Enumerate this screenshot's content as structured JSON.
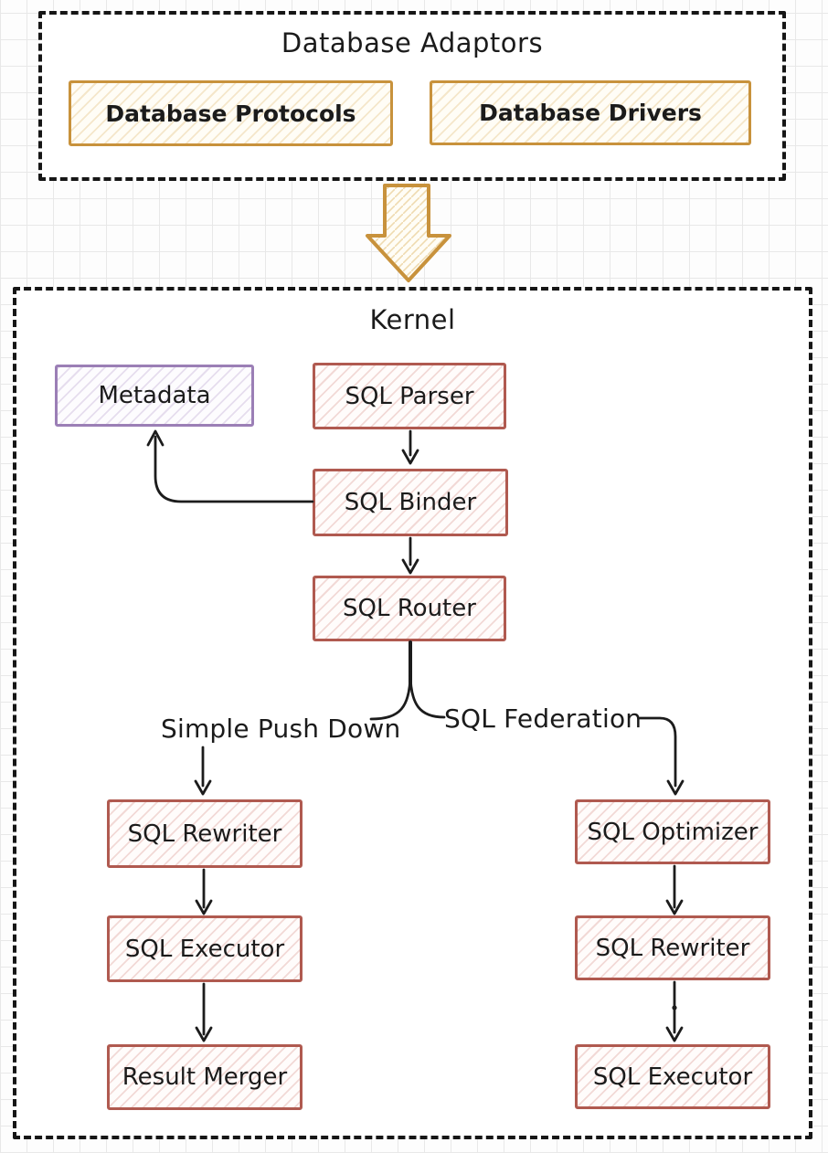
{
  "colors": {
    "adaptor_accent": "#c8923c",
    "kernel_node_accent": "#b05a50",
    "metadata_accent": "#9b7fb6",
    "connector": "#1c1c1c",
    "container_border": "#161616"
  },
  "adaptors": {
    "title": "Database Adaptors",
    "protocols_label": "Database Protocols",
    "drivers_label": "Database Drivers"
  },
  "kernel": {
    "title": "Kernel",
    "metadata_label": "Metadata",
    "sql_parser_label": "SQL Parser",
    "sql_binder_label": "SQL Binder",
    "sql_router_label": "SQL Router",
    "branch_left_label": "Simple Push Down",
    "branch_right_label": "SQL Federation",
    "push_down_pipeline": [
      "SQL Rewriter",
      "SQL Executor",
      "Result Merger"
    ],
    "federation_pipeline": [
      "SQL Optimizer",
      "SQL Rewriter",
      "SQL Executor"
    ]
  }
}
